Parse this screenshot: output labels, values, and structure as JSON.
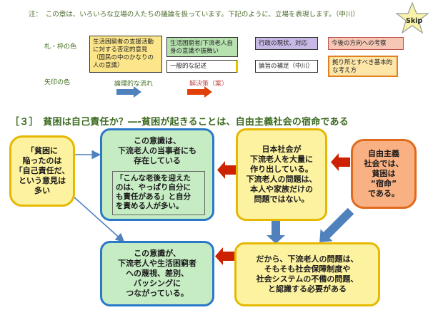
{
  "note": "注：　この章は、いろいろな立場の人たちの議論を扱っています。下記のように、立場を表現します。（中川）",
  "skip_label": "Skip",
  "legend": {
    "tag_label": "札・枠の色",
    "arrow_label": "矢印の色",
    "boxes": [
      {
        "text": "生活困窮者の支援活動に対する否定的意見（国民の中のかなりの人の意識）",
        "bg": "#fde68a",
        "border": "#333333"
      },
      {
        "text": "生活困窮者/下流老人自身の意識や振舞い",
        "bg": "#b7e2b0",
        "border": "#333333"
      },
      {
        "text": "一般的な記述",
        "bg": "#ffffff",
        "border": "#333333",
        "edge": "#e6c400"
      },
      {
        "text": "行政の現状、対応",
        "bg": "#c8b8e6",
        "border": "#333333"
      },
      {
        "text": "論旨の補足（中川）",
        "bg": "#ffffff",
        "border": "#333333"
      },
      {
        "text": "今後の方向への考察",
        "bg": "#f7c7b5",
        "border": "#c0504d"
      },
      {
        "text": "拠り所とすべき基本的な考え方",
        "bg": "#fde6a8",
        "border": "#e08020"
      }
    ],
    "arrows": [
      {
        "label": "論理的な流れ",
        "color": "#4f81bd"
      },
      {
        "label": "解決策（案）",
        "color": "#e0400a"
      }
    ]
  },
  "heading": "［３］　貧困は自己責任か？―-貧困が起きることは、自由主義社会の宿命である",
  "nodes": {
    "self_responsibility": "「貧困に\n陥ったのは\n「自己責任だ、\nという意見は\n多い",
    "awareness": "この意識は、\n下流老人の当事者にも\n存在している",
    "awareness_quote": "「こんな老後を迎えた\nのは、やっぱり自分に\nも責任がある」と自分\nを責める人が多い。",
    "japan_society": "日本社会が\n下流老人を大量に\n作り出している。\n下流老人の問題は、\n本人や家族だけの\n問題ではない。",
    "liberal_society": "自由主義\n社会では、\n貧困は\n“宿命”\nである。",
    "contempt": "この意識が、\n下流老人や生活困窮者\nへの蔑視、差別、\nバッシングに\nつながっている。",
    "conclusion": "だから、下流老人の問題は、\nそもそも社会保障制度や\n社会システムの不備の問題、\nと認識する必要がある"
  },
  "colors": {
    "yellow_fill": "#fdf2a0",
    "yellow_border": "#e6b800",
    "green_fill": "#c6ecc4",
    "green_border": "#2a78c8",
    "orange_fill": "#f9b183",
    "orange_border": "#e06a1c",
    "flow_arrow": "#4f81bd",
    "solution_arrow": "#cc2200",
    "heading": "#3b6a1f"
  }
}
